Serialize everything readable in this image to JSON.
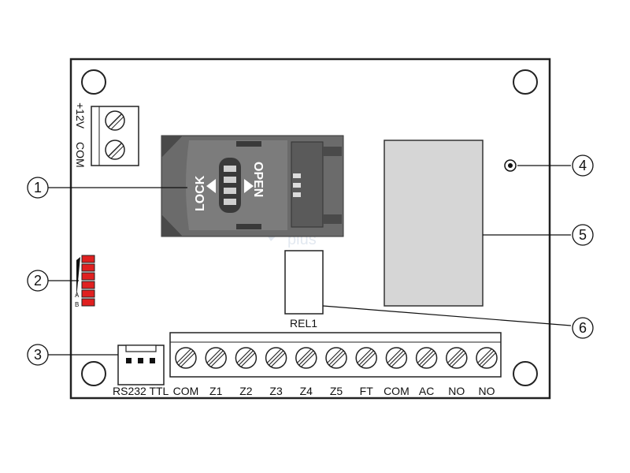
{
  "diagram": {
    "top_terminal_labels": [
      "+12V",
      "COM"
    ],
    "sim_holder": {
      "lock_label": "LOCK",
      "open_label": "OPEN"
    },
    "led_labels": [
      "A",
      "B"
    ],
    "relay_label": "REL1",
    "connector_label": "RS232 TTL",
    "bottom_terminal_labels": [
      "COM",
      "Z1",
      "Z2",
      "Z3",
      "Z4",
      "Z5",
      "FT",
      "COM",
      "AC",
      "NO",
      "NO"
    ],
    "callouts": [
      "1",
      "2",
      "3",
      "4",
      "5",
      "6"
    ],
    "watermark": "plus"
  }
}
